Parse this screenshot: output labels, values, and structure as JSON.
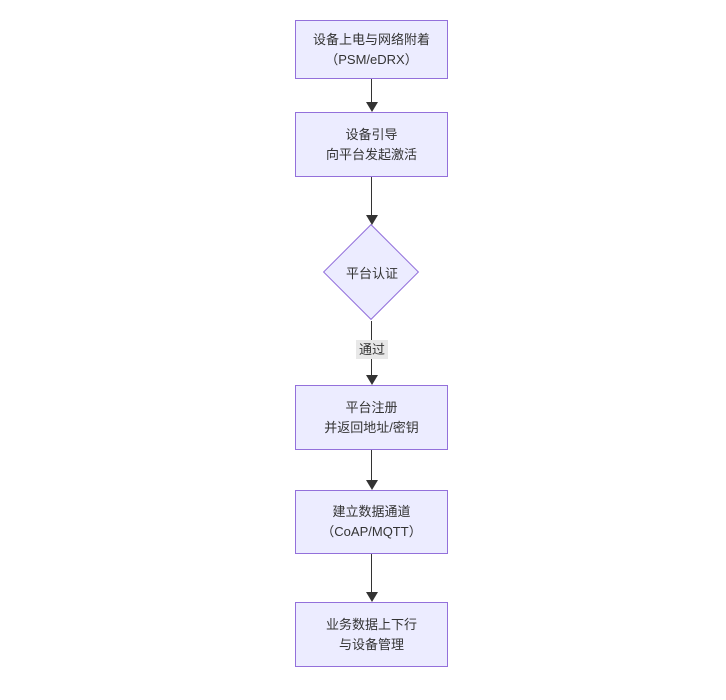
{
  "colors": {
    "node_fill": "#ECECFF",
    "node_border": "#9370DB",
    "text": "#333333",
    "arrow": "#333333",
    "edge_label_bg": "#e8e8e8",
    "background": "#ffffff"
  },
  "flowchart": {
    "type": "vertical-flowchart",
    "nodes": [
      {
        "shape": "rect",
        "lines": [
          "设备上电与网络附着",
          "（PSM/eDRX）"
        ]
      },
      {
        "shape": "rect",
        "lines": [
          "设备引导",
          "向平台发起激活"
        ]
      },
      {
        "shape": "diamond",
        "lines": [
          "平台认证"
        ]
      },
      {
        "shape": "rect",
        "lines": [
          "平台注册",
          "并返回地址/密钥"
        ]
      },
      {
        "shape": "rect",
        "lines": [
          "建立数据通道",
          "（CoAP/MQTT）"
        ]
      },
      {
        "shape": "rect",
        "lines": [
          "业务数据上下行",
          "与设备管理"
        ]
      }
    ],
    "edges": [
      {
        "from": 0,
        "to": 1,
        "label": ""
      },
      {
        "from": 1,
        "to": 2,
        "label": ""
      },
      {
        "from": 2,
        "to": 3,
        "label": "通过"
      },
      {
        "from": 3,
        "to": 4,
        "label": ""
      },
      {
        "from": 4,
        "to": 5,
        "label": ""
      }
    ]
  }
}
